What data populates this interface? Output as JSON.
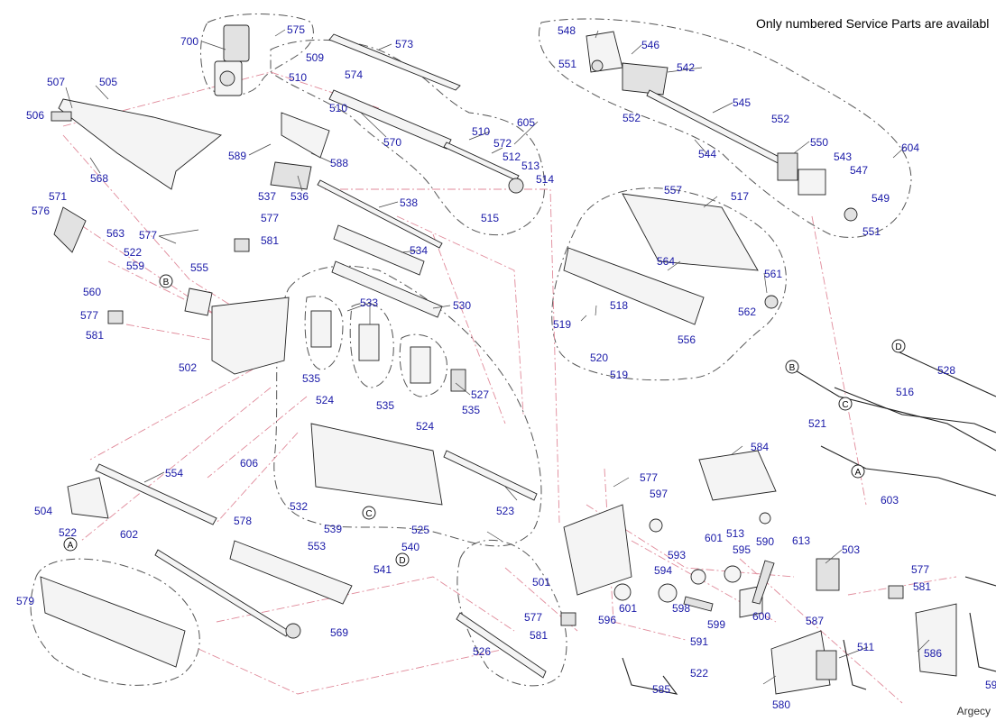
{
  "header_note": "Only numbered Service Parts are availabl",
  "brand_text": "Argecy",
  "connector_markers": [
    "A",
    "B",
    "C",
    "D"
  ],
  "part_labels": [
    "700",
    "575",
    "509",
    "574",
    "510",
    "510",
    "573",
    "548",
    "546",
    "551",
    "542",
    "552",
    "545",
    "552",
    "507",
    "505",
    "506",
    "568",
    "570",
    "510",
    "605",
    "572",
    "512",
    "513",
    "514",
    "515",
    "544",
    "550",
    "543",
    "547",
    "549",
    "551",
    "604",
    "589",
    "588",
    "537",
    "536",
    "538",
    "557",
    "517",
    "571",
    "576",
    "563",
    "577",
    "577",
    "581",
    "522",
    "559",
    "555",
    "560",
    "577",
    "581",
    "534",
    "530",
    "564",
    "561",
    "562",
    "518",
    "519",
    "556",
    "520",
    "519",
    "533",
    "535",
    "524",
    "535",
    "524",
    "527",
    "535",
    "502",
    "528",
    "516",
    "521",
    "603",
    "606",
    "532",
    "523",
    "554",
    "504",
    "522",
    "602",
    "579",
    "578",
    "553",
    "539",
    "540",
    "541",
    "525",
    "584",
    "577",
    "597",
    "613",
    "503",
    "577",
    "581",
    "586",
    "501",
    "601",
    "513",
    "595",
    "590",
    "593",
    "594",
    "596",
    "601",
    "598",
    "599",
    "600",
    "587",
    "511",
    "577",
    "581",
    "526",
    "591",
    "522",
    "585",
    "580",
    "569",
    "59"
  ]
}
